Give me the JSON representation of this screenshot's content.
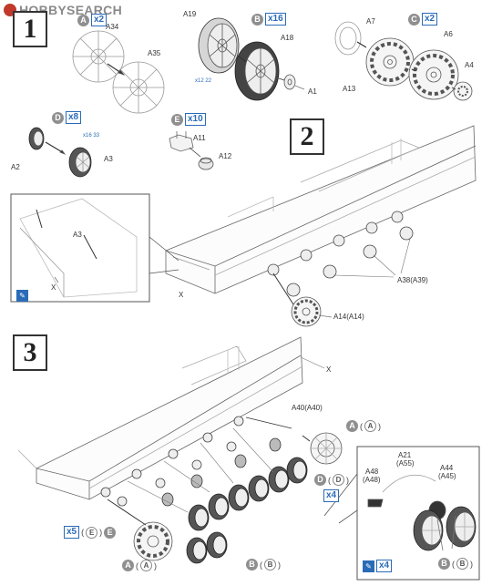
{
  "header": {
    "logo_text": "HOBBYSEARCH"
  },
  "steps": {
    "s1": "1",
    "s2": "2",
    "s3": "3"
  },
  "parts": {
    "a34": "A34",
    "a35": "A35",
    "a19": "A19",
    "a18": "A18",
    "a1": "A1",
    "a7": "A7",
    "a6": "A6",
    "a13": "A13",
    "a4": "A4",
    "a2": "A2",
    "a3": "A3",
    "a11": "A11",
    "a12": "A12",
    "a3_inset": "A3",
    "x_inset": "X",
    "x_step2": "X",
    "a38": "A38(A39)",
    "a14": "A14(A14)",
    "x_step3": "X",
    "a40": "A40(A40)",
    "a21": "A21",
    "a55": "(A55)",
    "a48": "A48",
    "a48b": "(A48)",
    "a44": "A44",
    "a45": "(A45)"
  },
  "callouts": {
    "a_top": {
      "letter": "A",
      "qty": "x2"
    },
    "b_top": {
      "letter": "B",
      "qty": "x16"
    },
    "c_top": {
      "letter": "C",
      "qty": "x2"
    },
    "d_top": {
      "letter": "D",
      "qty": "x8"
    },
    "e_top": {
      "letter": "E",
      "qty": "x10"
    },
    "ref_b": "x12 22",
    "ref_d": "x16 33",
    "step3_a": {
      "letter": "A",
      "paren": "A"
    },
    "step3_d": {
      "letter": "D",
      "paren": "D",
      "qty": "x4"
    },
    "step3_e": {
      "qty": "x5",
      "paren": "E",
      "letter": "E"
    },
    "step3_a_bottom": {
      "letter": "A",
      "paren": "A"
    },
    "step3_b_mid": {
      "letter": "B",
      "paren": "B"
    },
    "step3_b_inset": {
      "letter": "B",
      "paren": "B"
    },
    "inset_qty": "x4"
  },
  "icons": {
    "tool": "brush-icon"
  }
}
